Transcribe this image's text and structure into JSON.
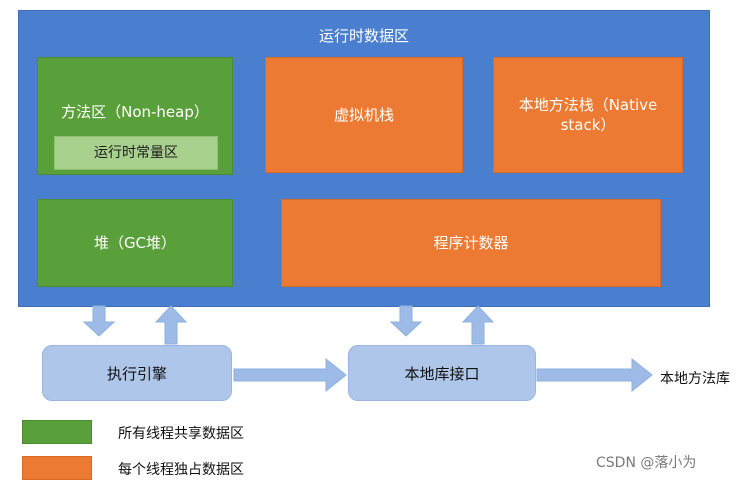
{
  "runtime_area": {
    "title": "运行时数据区"
  },
  "method_area": {
    "label": "方法区（Non-heap）",
    "constant_pool": "运行时常量区"
  },
  "vm_stack": {
    "label": "虚拟机栈"
  },
  "native_stack": {
    "label": "本地方法栈（Native stack）"
  },
  "heap": {
    "label": "堆（GC堆）"
  },
  "pc_register": {
    "label": "程序计数器"
  },
  "execution_engine": {
    "label": "执行引擎"
  },
  "native_interface": {
    "label": "本地库接口"
  },
  "native_library": {
    "label": "本地方法库"
  },
  "legend": [
    {
      "color": "#5aa03a",
      "label": "所有线程共享数据区"
    },
    {
      "color": "#ec7a32",
      "label": "每个线程独占数据区"
    }
  ],
  "watermark": "CSDN @落小为"
}
